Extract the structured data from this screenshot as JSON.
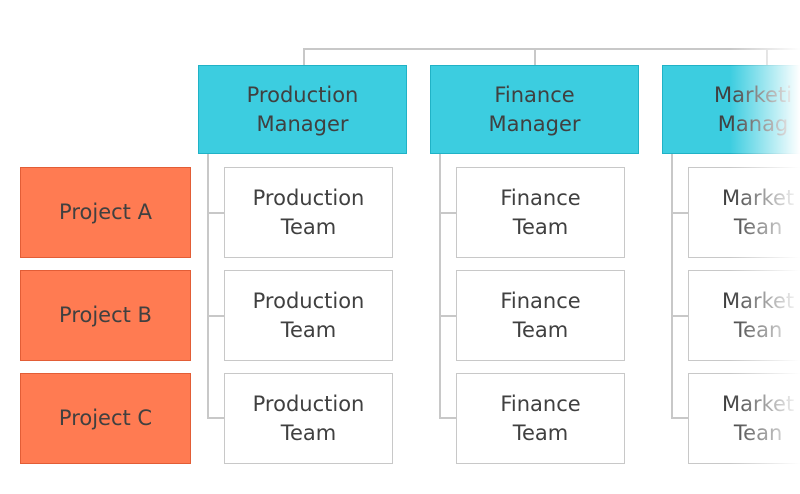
{
  "projects": [
    "Project A",
    "Project B",
    "Project C"
  ],
  "columns": [
    {
      "manager": "Production\nManager",
      "teams": [
        "Production\nTeam",
        "Production\nTeam",
        "Production\nTeam"
      ]
    },
    {
      "manager": "Finance\nManager",
      "teams": [
        "Finance\nTeam",
        "Finance\nTeam",
        "Finance\nTeam"
      ]
    },
    {
      "manager": "Marketi\nManag",
      "teams": [
        "Market\nTean",
        "Market\nTean",
        "Market\nTean"
      ]
    }
  ],
  "colors": {
    "project_fill": "#ff7b52",
    "manager_fill": "#3ccde0",
    "team_border": "#c8c8c8",
    "connector": "#c8c8c8"
  }
}
